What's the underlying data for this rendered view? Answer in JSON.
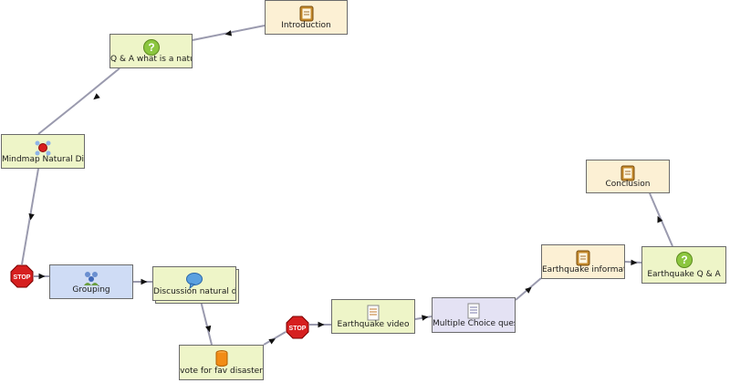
{
  "colors": {
    "info": "#fcf0d4",
    "question": "#eef5c8",
    "grouping": "#cfdcf5",
    "quiz": "#e4e2f4",
    "edge": "#9a9aae",
    "arrow": "#111111",
    "stop": "#d61f1f"
  },
  "activities": [
    {
      "id": "introduction",
      "label": "Introduction",
      "kind": "info",
      "icon": "notebook-icon"
    },
    {
      "id": "qa-natural",
      "label": "Q & A what is a natu",
      "kind": "question",
      "icon": "question-icon"
    },
    {
      "id": "mindmap",
      "label": "Mindmap Natural Disa",
      "kind": "question",
      "icon": "mindmap-icon"
    },
    {
      "id": "grouping",
      "label": "Grouping",
      "kind": "grouping",
      "icon": "group-icon"
    },
    {
      "id": "discussion",
      "label": "Discussion natural d",
      "kind": "question",
      "icon": "chat-icon"
    },
    {
      "id": "vote",
      "label": "vote for fav disaster",
      "kind": "question",
      "icon": "vote-icon"
    },
    {
      "id": "video",
      "label": "Earthquake video",
      "kind": "question",
      "icon": "document-icon"
    },
    {
      "id": "mcq",
      "label": "Multiple Choice ques",
      "kind": "quiz",
      "icon": "document-icon"
    },
    {
      "id": "eq-info",
      "label": "Earthquake informati",
      "kind": "info",
      "icon": "notebook-icon"
    },
    {
      "id": "eq-qa",
      "label": "Earthquake Q & A",
      "kind": "question",
      "icon": "question-icon"
    },
    {
      "id": "conclusion",
      "label": "Conclusion",
      "kind": "info",
      "icon": "notebook-icon"
    }
  ],
  "stops": [
    {
      "id": "stop-1",
      "label": "STOP"
    },
    {
      "id": "stop-2",
      "label": "STOP"
    }
  ]
}
